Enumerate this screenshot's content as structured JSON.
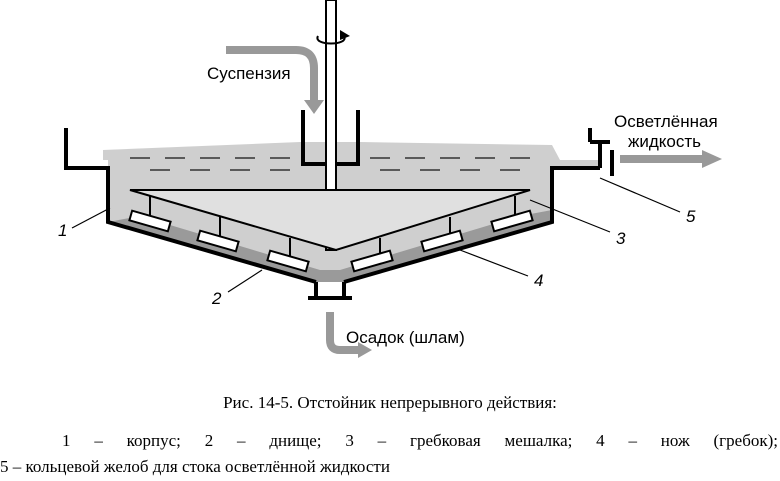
{
  "diagram": {
    "labels": {
      "suspension": "Суспензия",
      "clarified_line1": "Осветлённая",
      "clarified_line2": "жидкость",
      "sludge": "Осадок (шлам)"
    },
    "numbers": [
      "1",
      "2",
      "3",
      "4",
      "5"
    ]
  },
  "caption": "Рис. 14-5. Отстойник непрерывного действия:",
  "legend": {
    "line1": "1 – корпус; 2 – днище; 3 – гребковая мешалка; 4 – нож (гребок);",
    "line2": "5 – кольцевой желоб для стока осветлённой жидкости"
  }
}
